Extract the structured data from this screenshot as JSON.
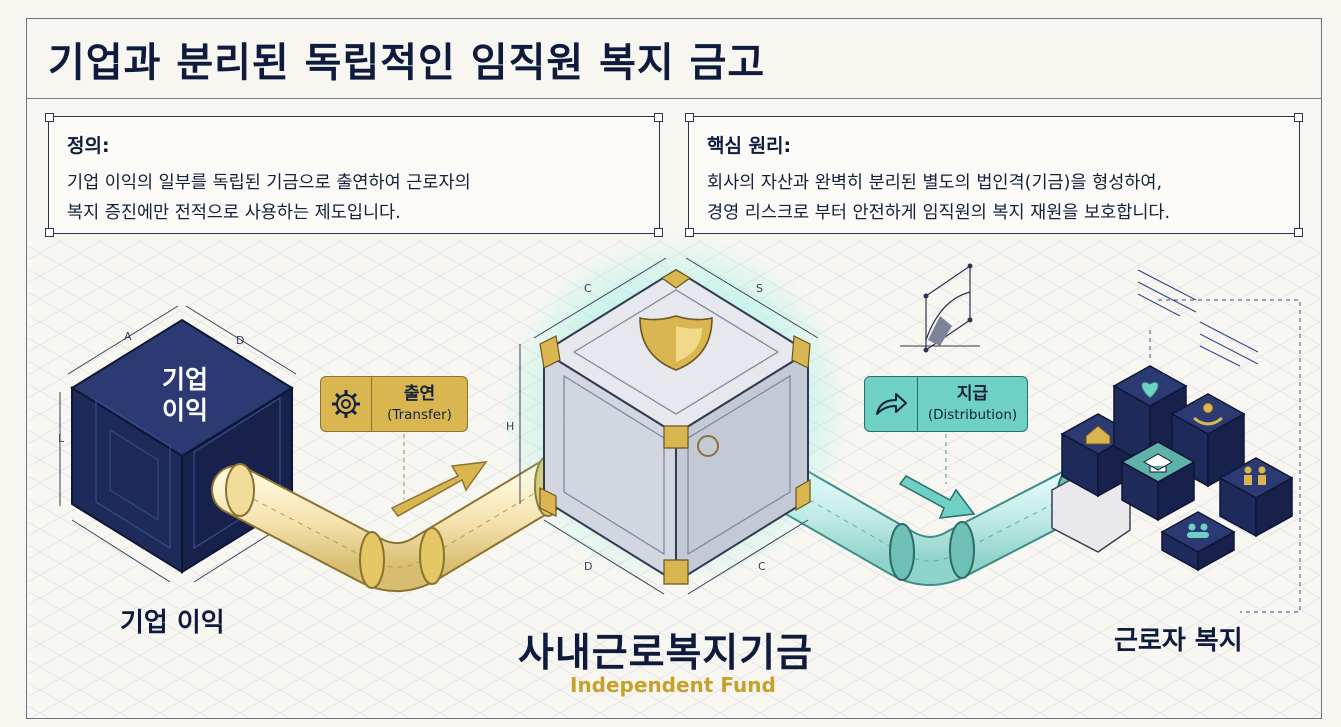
{
  "title": "기업과 분리된 독립적인 임직원 복지 금고",
  "definition": {
    "heading": "정의:",
    "line1": "기업 이익의 일부를 독립된 기금으로 출연하여 근로자의",
    "line2": "복지 증진에만 전적으로 사용하는 제도입니다."
  },
  "principle": {
    "heading": "핵심 원리:",
    "line1": "회사의 자산과 완벽히 분리된 별도의 법인격(기금)을 형성하여,",
    "line2": "경영 리스크로 부터 안전하게 임직원의 복지 재원을 보호합니다."
  },
  "source": {
    "cube_line1": "기업",
    "cube_line2": "이익",
    "label": "기업 이익",
    "dims": {
      "a": "A",
      "d": "D",
      "l": "L"
    }
  },
  "transfer": {
    "label_ko": "출연",
    "label_en": "(Transfer)",
    "icon": "gear-icon"
  },
  "fund": {
    "label": "사내근로복지기금",
    "sublabel": "Independent Fund",
    "icon": "shield-icon",
    "dims": {
      "c_top": "C",
      "s_top": "S",
      "h": "H",
      "d_bottom": "D",
      "c_bottom": "C"
    }
  },
  "distribution": {
    "label_ko": "지급",
    "label_en": "(Distribution)",
    "icon": "arrow-share-icon"
  },
  "welfare": {
    "label": "근로자 복지",
    "icons": [
      "home-icon",
      "heart-pulse-icon",
      "hand-care-icon",
      "graduation-cap-icon",
      "family-icon",
      "people-icon"
    ]
  },
  "colors": {
    "navy": "#1e2a5a",
    "gold": "#d9b650",
    "teal": "#6fd1c6",
    "ink": "#0f1b3d"
  }
}
